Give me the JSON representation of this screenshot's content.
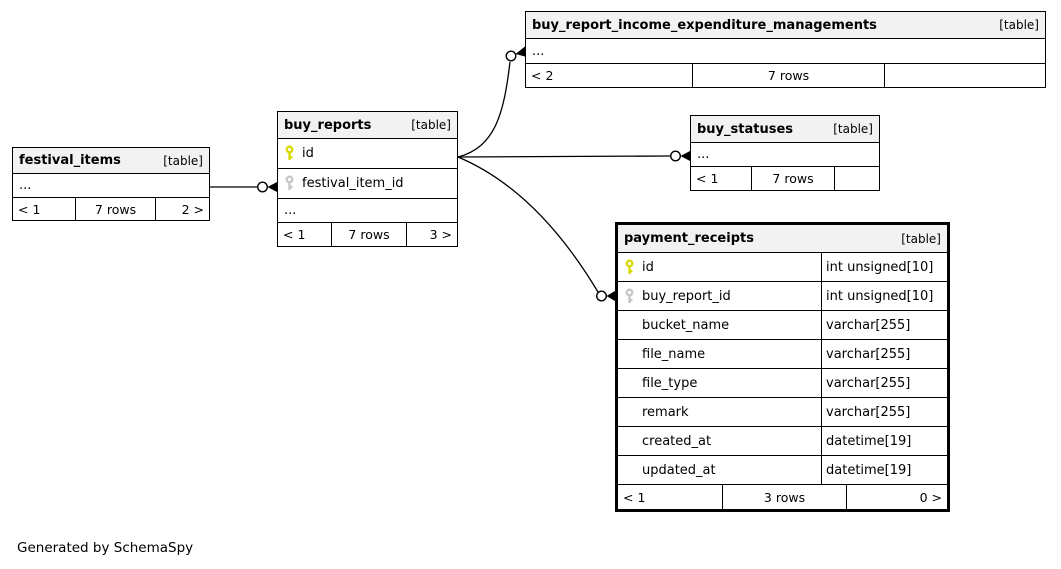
{
  "note": "Generated by SchemaSpy",
  "colors": {
    "border": "#000000",
    "header_bg": "#f2f2f2",
    "primary_key_icon": "#d9d900",
    "foreign_key_icon": "#c6c6c6",
    "focus_table": "payment_receipts"
  },
  "tables": {
    "festival_items": {
      "name": "festival_items",
      "tag": "[table]",
      "ellipsis": "...",
      "footer": {
        "prev": "< 1",
        "rows": "7 rows",
        "next": "2 >"
      }
    },
    "buy_reports": {
      "name": "buy_reports",
      "tag": "[table]",
      "columns": [
        {
          "name": "id",
          "key": "primary"
        },
        {
          "name": "festival_item_id",
          "key": "foreign"
        }
      ],
      "ellipsis": "...",
      "footer": {
        "prev": "< 1",
        "rows": "7 rows",
        "next": "3 >"
      }
    },
    "buy_report_income_expenditure_managements": {
      "name": "buy_report_income_expenditure_managements",
      "tag": "[table]",
      "ellipsis": "...",
      "footer": {
        "prev": "< 2",
        "rows": "7 rows",
        "next": ""
      }
    },
    "buy_statuses": {
      "name": "buy_statuses",
      "tag": "[table]",
      "ellipsis": "...",
      "footer": {
        "prev": "< 1",
        "rows": "7 rows",
        "next": ""
      }
    },
    "payment_receipts": {
      "name": "payment_receipts",
      "tag": "[table]",
      "columns": [
        {
          "name": "id",
          "type": "int unsigned[10]",
          "key": "primary"
        },
        {
          "name": "buy_report_id",
          "type": "int unsigned[10]",
          "key": "foreign"
        },
        {
          "name": "bucket_name",
          "type": "varchar[255]",
          "key": ""
        },
        {
          "name": "file_name",
          "type": "varchar[255]",
          "key": ""
        },
        {
          "name": "file_type",
          "type": "varchar[255]",
          "key": ""
        },
        {
          "name": "remark",
          "type": "varchar[255]",
          "key": ""
        },
        {
          "name": "created_at",
          "type": "datetime[19]",
          "key": ""
        },
        {
          "name": "updated_at",
          "type": "datetime[19]",
          "key": ""
        }
      ],
      "footer": {
        "prev": "< 1",
        "rows": "3 rows",
        "next": "0 >"
      }
    }
  },
  "relationships": [
    {
      "from": "festival_items",
      "to": "buy_reports.festival_item_id"
    },
    {
      "from": "buy_reports.id",
      "to": "buy_report_income_expenditure_managements"
    },
    {
      "from": "buy_reports.id",
      "to": "buy_statuses"
    },
    {
      "from": "buy_reports.id",
      "to": "payment_receipts.buy_report_id"
    }
  ]
}
